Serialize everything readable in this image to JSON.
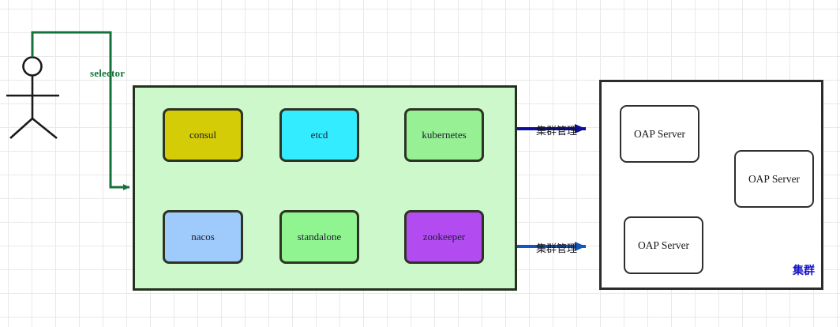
{
  "diagram": {
    "title": "SkyWalking cluster coordinator selection",
    "background": {
      "grid_color": "#e9e9e9",
      "page_color": "#ffffff",
      "grid_size": 30
    },
    "actor": {
      "name": "stick-figure-actor",
      "stroke": "#1a1a1a"
    },
    "selector_edge": {
      "label": "selector",
      "color": "#13733a"
    },
    "coordinator_group": {
      "fill": "#ccf8cc",
      "stroke": "#26301f",
      "services": [
        {
          "label": "consul",
          "fill": "#d4cc06"
        },
        {
          "label": "etcd",
          "fill": "#33ecff"
        },
        {
          "label": "kubernetes",
          "fill": "#97f094"
        },
        {
          "label": "nacos",
          "fill": "#9ecbfb"
        },
        {
          "label": "standalone",
          "fill": "#90f590"
        },
        {
          "label": "zookeeper",
          "fill": "#b24cf0"
        }
      ]
    },
    "manage_edges": [
      {
        "label": "集群管理",
        "color": "#0d0d9e"
      },
      {
        "label": "集群管理",
        "color": "#1058bd"
      }
    ],
    "cluster_panel": {
      "tag": "集群",
      "tag_color": "#1414c8",
      "stroke": "#2b2b2b",
      "fill": "#ffffff",
      "servers": [
        {
          "label": "OAP Server"
        },
        {
          "label": "OAP Server"
        },
        {
          "label": "OAP Server"
        }
      ]
    }
  }
}
